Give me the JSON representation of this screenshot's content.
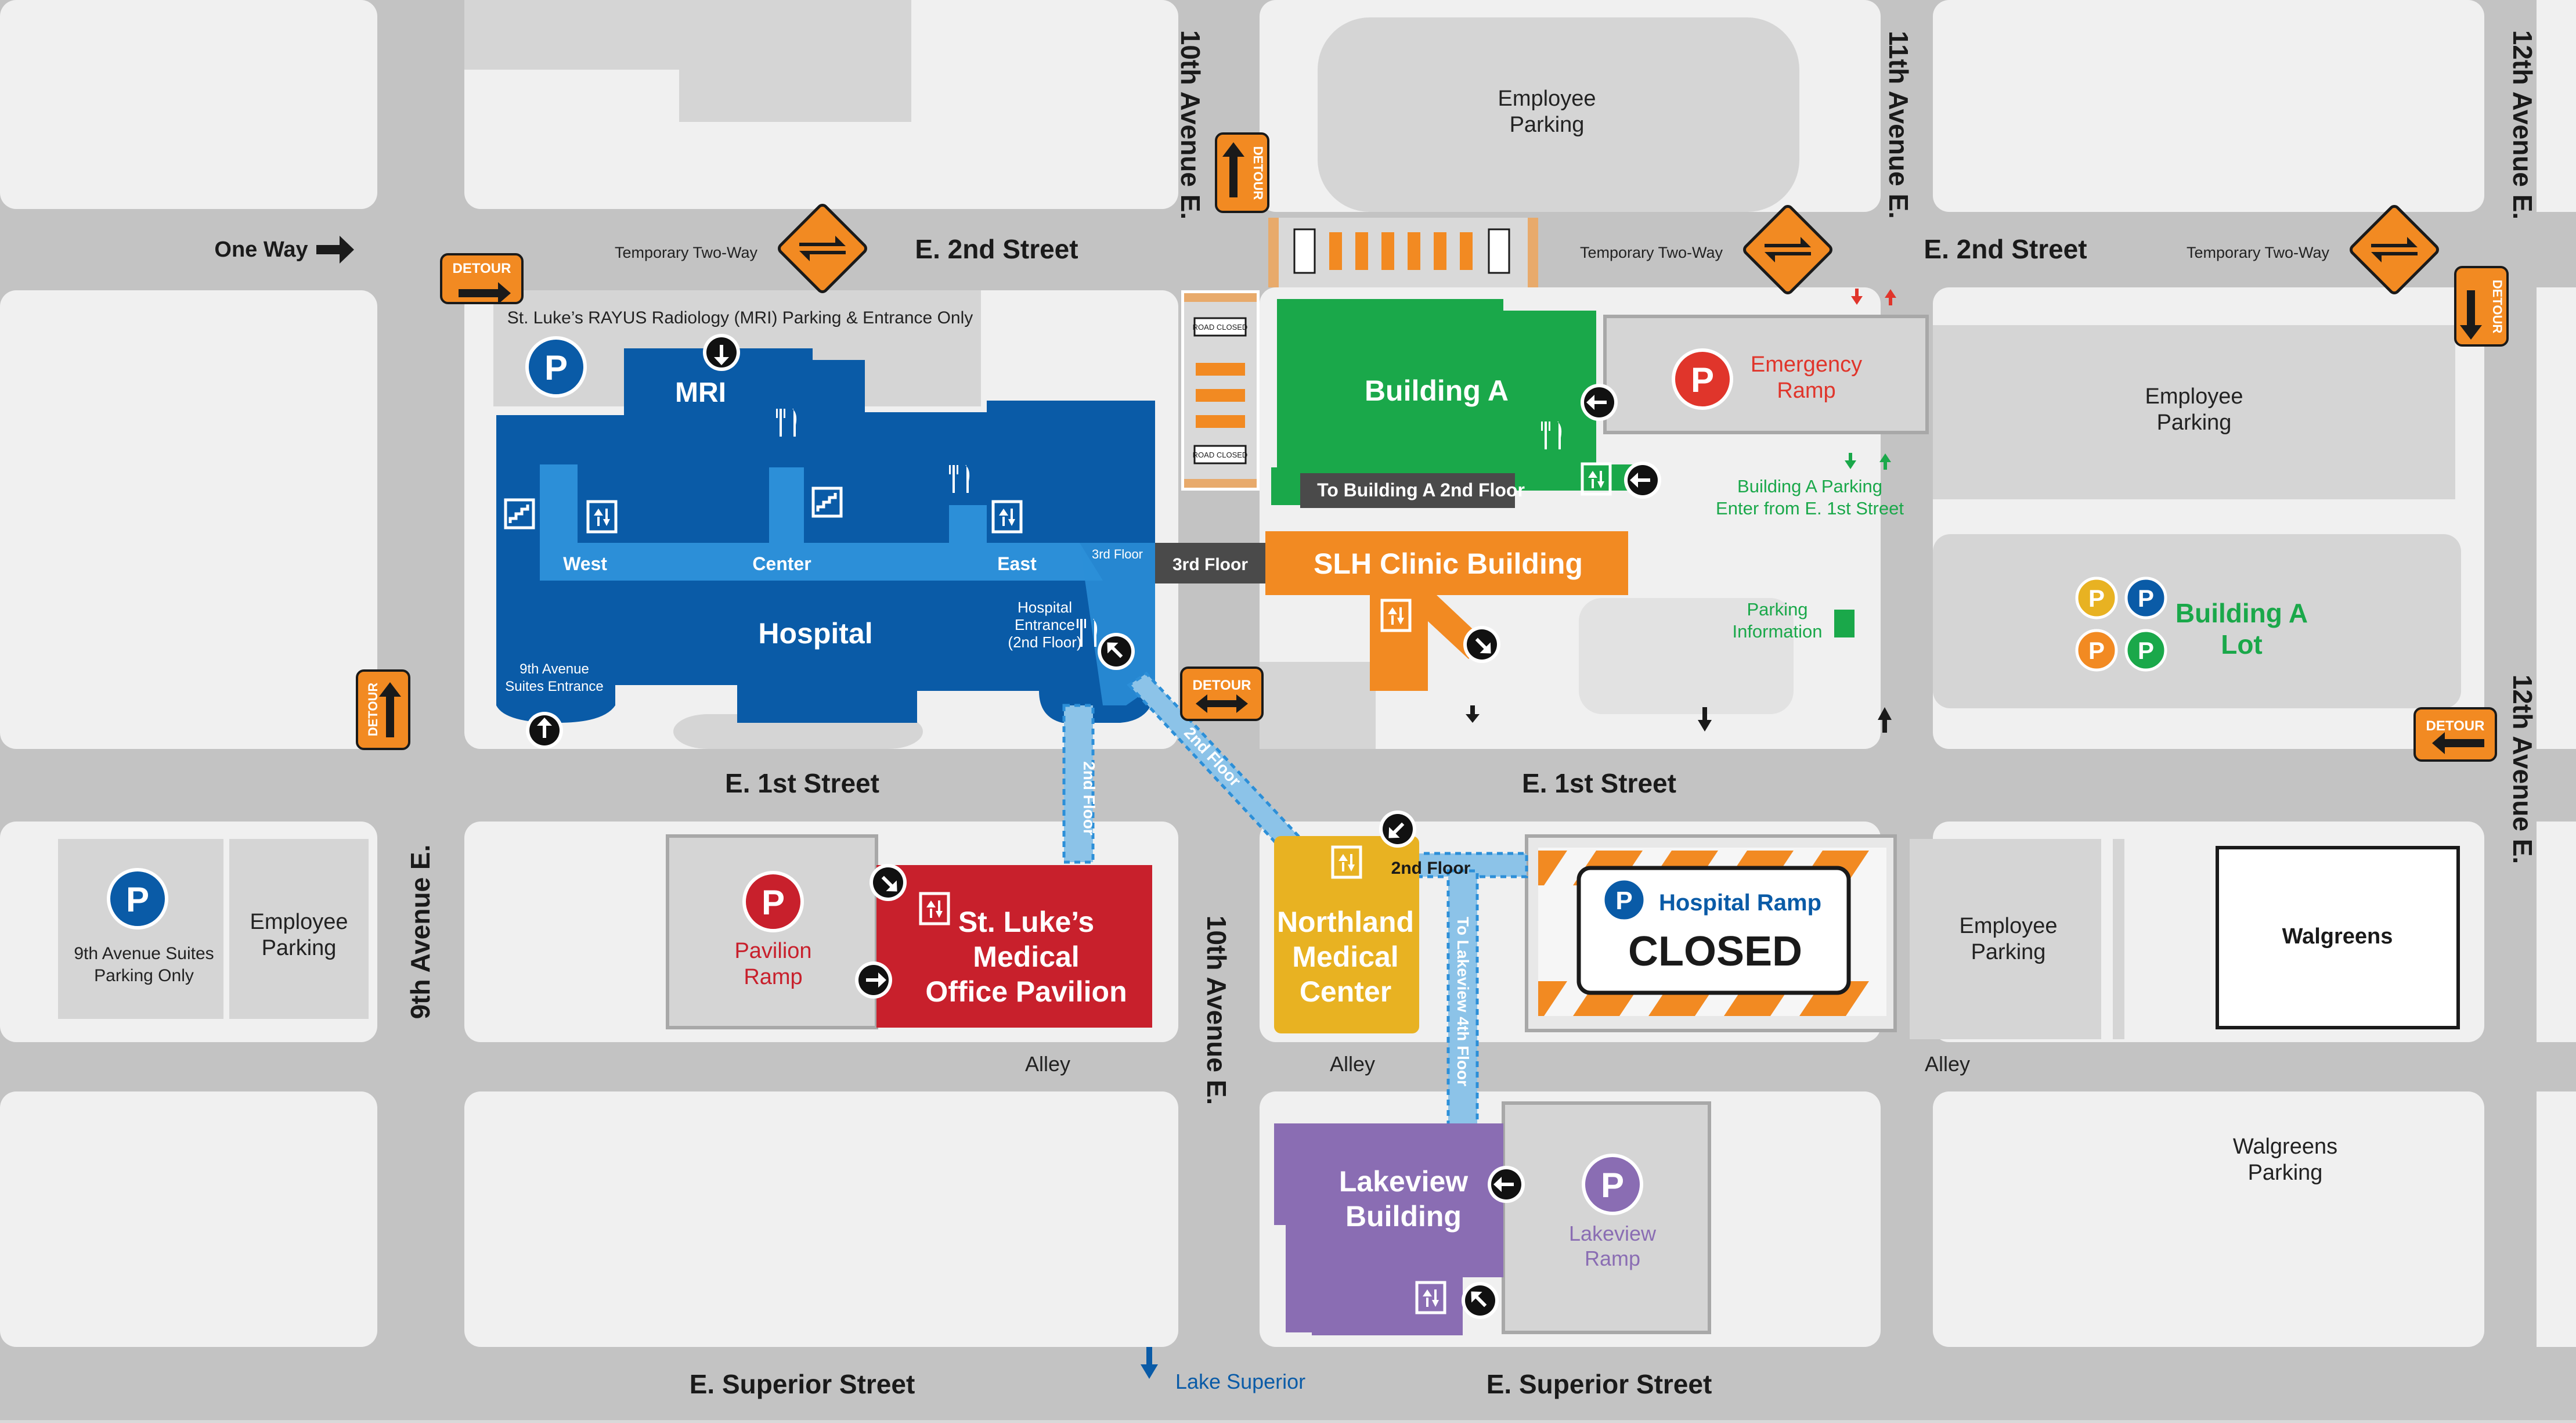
{
  "colors": {
    "street": "#c3c3c3",
    "block": "#f0f0f0",
    "parking_lot": "#d9d9d9",
    "hospital": "#0a5ba7",
    "hospital_corridor": "#2c8fd8",
    "building_a": "#1aa84a",
    "slh_clinic": "#f28a22",
    "pavilion": "#c8202c",
    "northland": "#e8b222",
    "lakeview": "#8a6db3",
    "detour": "#f28a22",
    "skywalk": "#8cc3e8",
    "emergency_red": "#e0352b",
    "parking_blue": "#0a5ba7",
    "green_text": "#1aa84a"
  },
  "streets": {
    "e2nd_west": "E. 2nd Street",
    "e2nd_east": "E. 2nd Street",
    "e1st_west": "E. 1st Street",
    "e1st_east": "E. 1st Street",
    "superior_west": "E. Superior Street",
    "superior_east": "E. Superior Street",
    "ave9": "9th Avenue E.",
    "ave10_north": "10th Avenue E.",
    "ave10_south": "10th Avenue E.",
    "ave11": "11th Avenue E.",
    "ave12_north": "12th Avenue E.",
    "ave12_south": "12th Avenue E.",
    "alley": "Alley"
  },
  "traffic": {
    "one_way": "One Way",
    "temporary_two_way": "Temporary Two-Way",
    "detour": "DETOUR",
    "road_closed": "ROAD CLOSED"
  },
  "buildings": {
    "hospital": "Hospital",
    "mri": "MRI",
    "west": "West",
    "center": "Center",
    "east": "East",
    "third_floor_small": "3rd Floor",
    "hospital_entrance_line1": "Hospital",
    "hospital_entrance_line2": "Entrance",
    "hospital_entrance_line3": "(2nd Floor)",
    "suites_entrance_line1": "9th Avenue",
    "suites_entrance_line2": "Suites Entrance",
    "third_floor_bridge": "3rd Floor",
    "building_a": "Building A",
    "to_building_a": "To Building A 2nd Floor",
    "slh_clinic": "SLH Clinic Building",
    "pavilion_line1": "St. Luke’s",
    "pavilion_line2": "Medical",
    "pavilion_line3": "Office Pavilion",
    "northland_line1": "Northland",
    "northland_line2": "Medical",
    "northland_line3": "Center",
    "lakeview_line1": "Lakeview",
    "lakeview_line2": "Building",
    "walgreens": "Walgreens"
  },
  "skywalks": {
    "second_floor_a": "2nd Floor",
    "second_floor_b": "2nd Floor",
    "second_floor_c": "2nd Floor",
    "to_lakeview": "To Lakeview 4th Floor"
  },
  "parking": {
    "p": "P",
    "rayus": "St. Luke’s RAYUS Radiology (MRI) Parking & Entrance Only",
    "employee_line1": "Employee",
    "employee_line2": "Parking",
    "emergency_line1": "Emergency",
    "emergency_line2": "Ramp",
    "building_a_parking_line1": "Building A Parking",
    "building_a_parking_line2": "Enter from E. 1st Street",
    "parking_info_line1": "Parking",
    "parking_info_line2": "Information",
    "building_a_lot_line1": "Building A",
    "building_a_lot_line2": "Lot",
    "suites_parking_line1": "9th Avenue Suites",
    "suites_parking_line2": "Parking Only",
    "pavilion_ramp_line1": "Pavilion",
    "pavilion_ramp_line2": "Ramp",
    "hospital_ramp": "Hospital Ramp",
    "closed": "CLOSED",
    "lakeview_ramp_line1": "Lakeview",
    "lakeview_ramp_line2": "Ramp",
    "walgreens_parking_line1": "Walgreens",
    "walgreens_parking_line2": "Parking"
  },
  "misc": {
    "lake_superior": "Lake Superior"
  }
}
